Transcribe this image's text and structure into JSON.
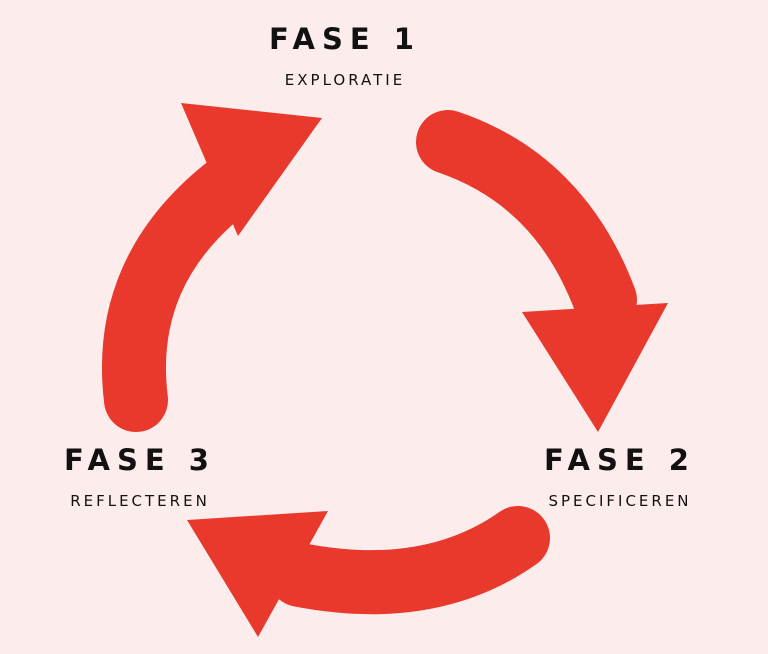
{
  "phases": [
    {
      "title": "FASE 1",
      "subtitle": "EXPLORATIE"
    },
    {
      "title": "FASE 2",
      "subtitle": "SPECIFICEREN"
    },
    {
      "title": "FASE 3",
      "subtitle": "REFLECTEREN"
    }
  ],
  "colors": {
    "background": "#fcecec",
    "arrow": "#e8392c",
    "text": "#111111"
  }
}
